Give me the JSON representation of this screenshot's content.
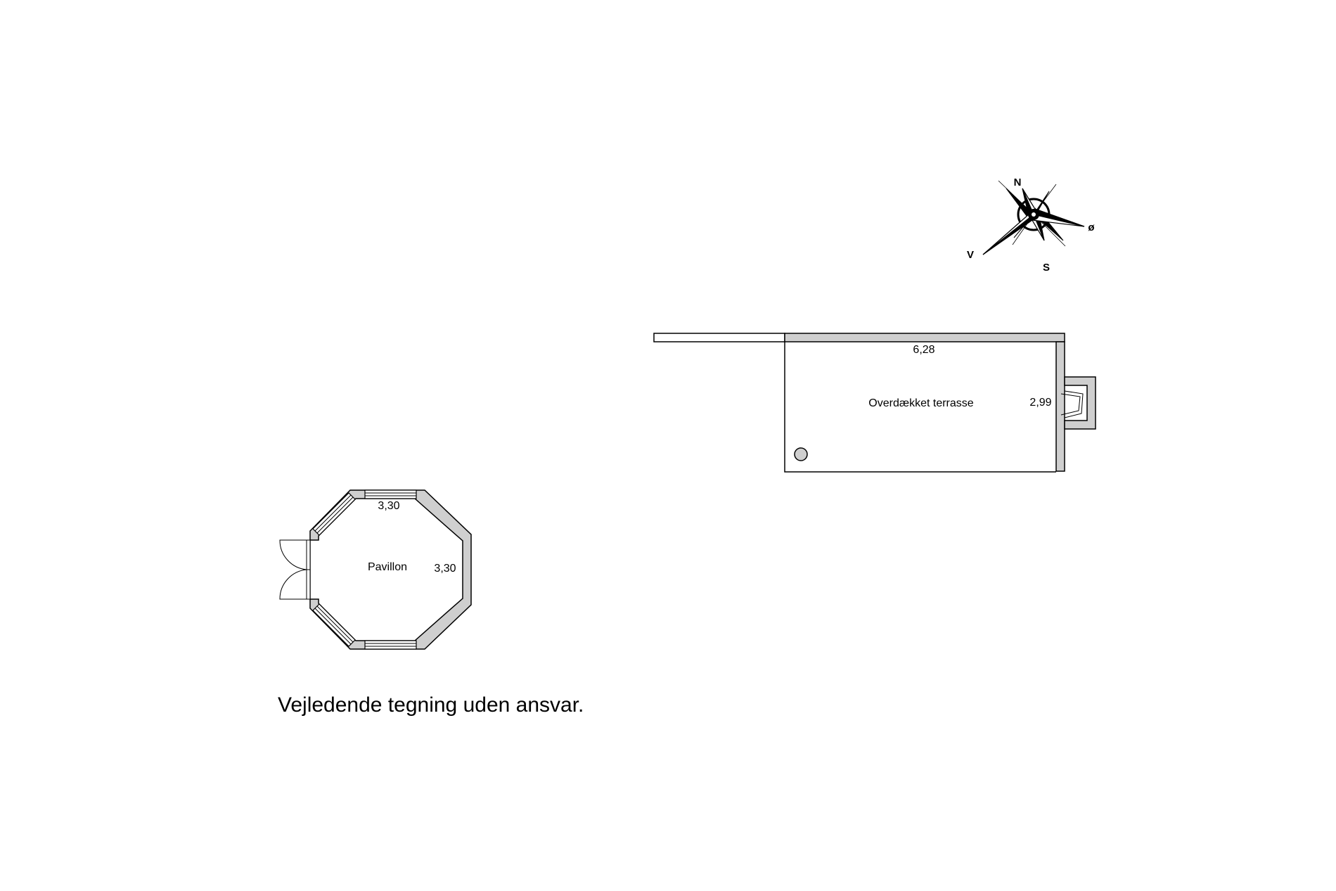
{
  "compass": {
    "north": "N",
    "east": "ø",
    "south": "S",
    "west": "V"
  },
  "terrace": {
    "name": "Overdækket terrasse",
    "width_label": "6,28",
    "depth_label": "2,99"
  },
  "pavilion": {
    "name": "Pavillon",
    "width_label": "3,30",
    "depth_label": "3,30"
  },
  "footer_note": "Vejledende tegning uden ansvar.",
  "colors": {
    "wall_fill": "#cfcfcf",
    "line": "#000000",
    "background": "#ffffff"
  }
}
